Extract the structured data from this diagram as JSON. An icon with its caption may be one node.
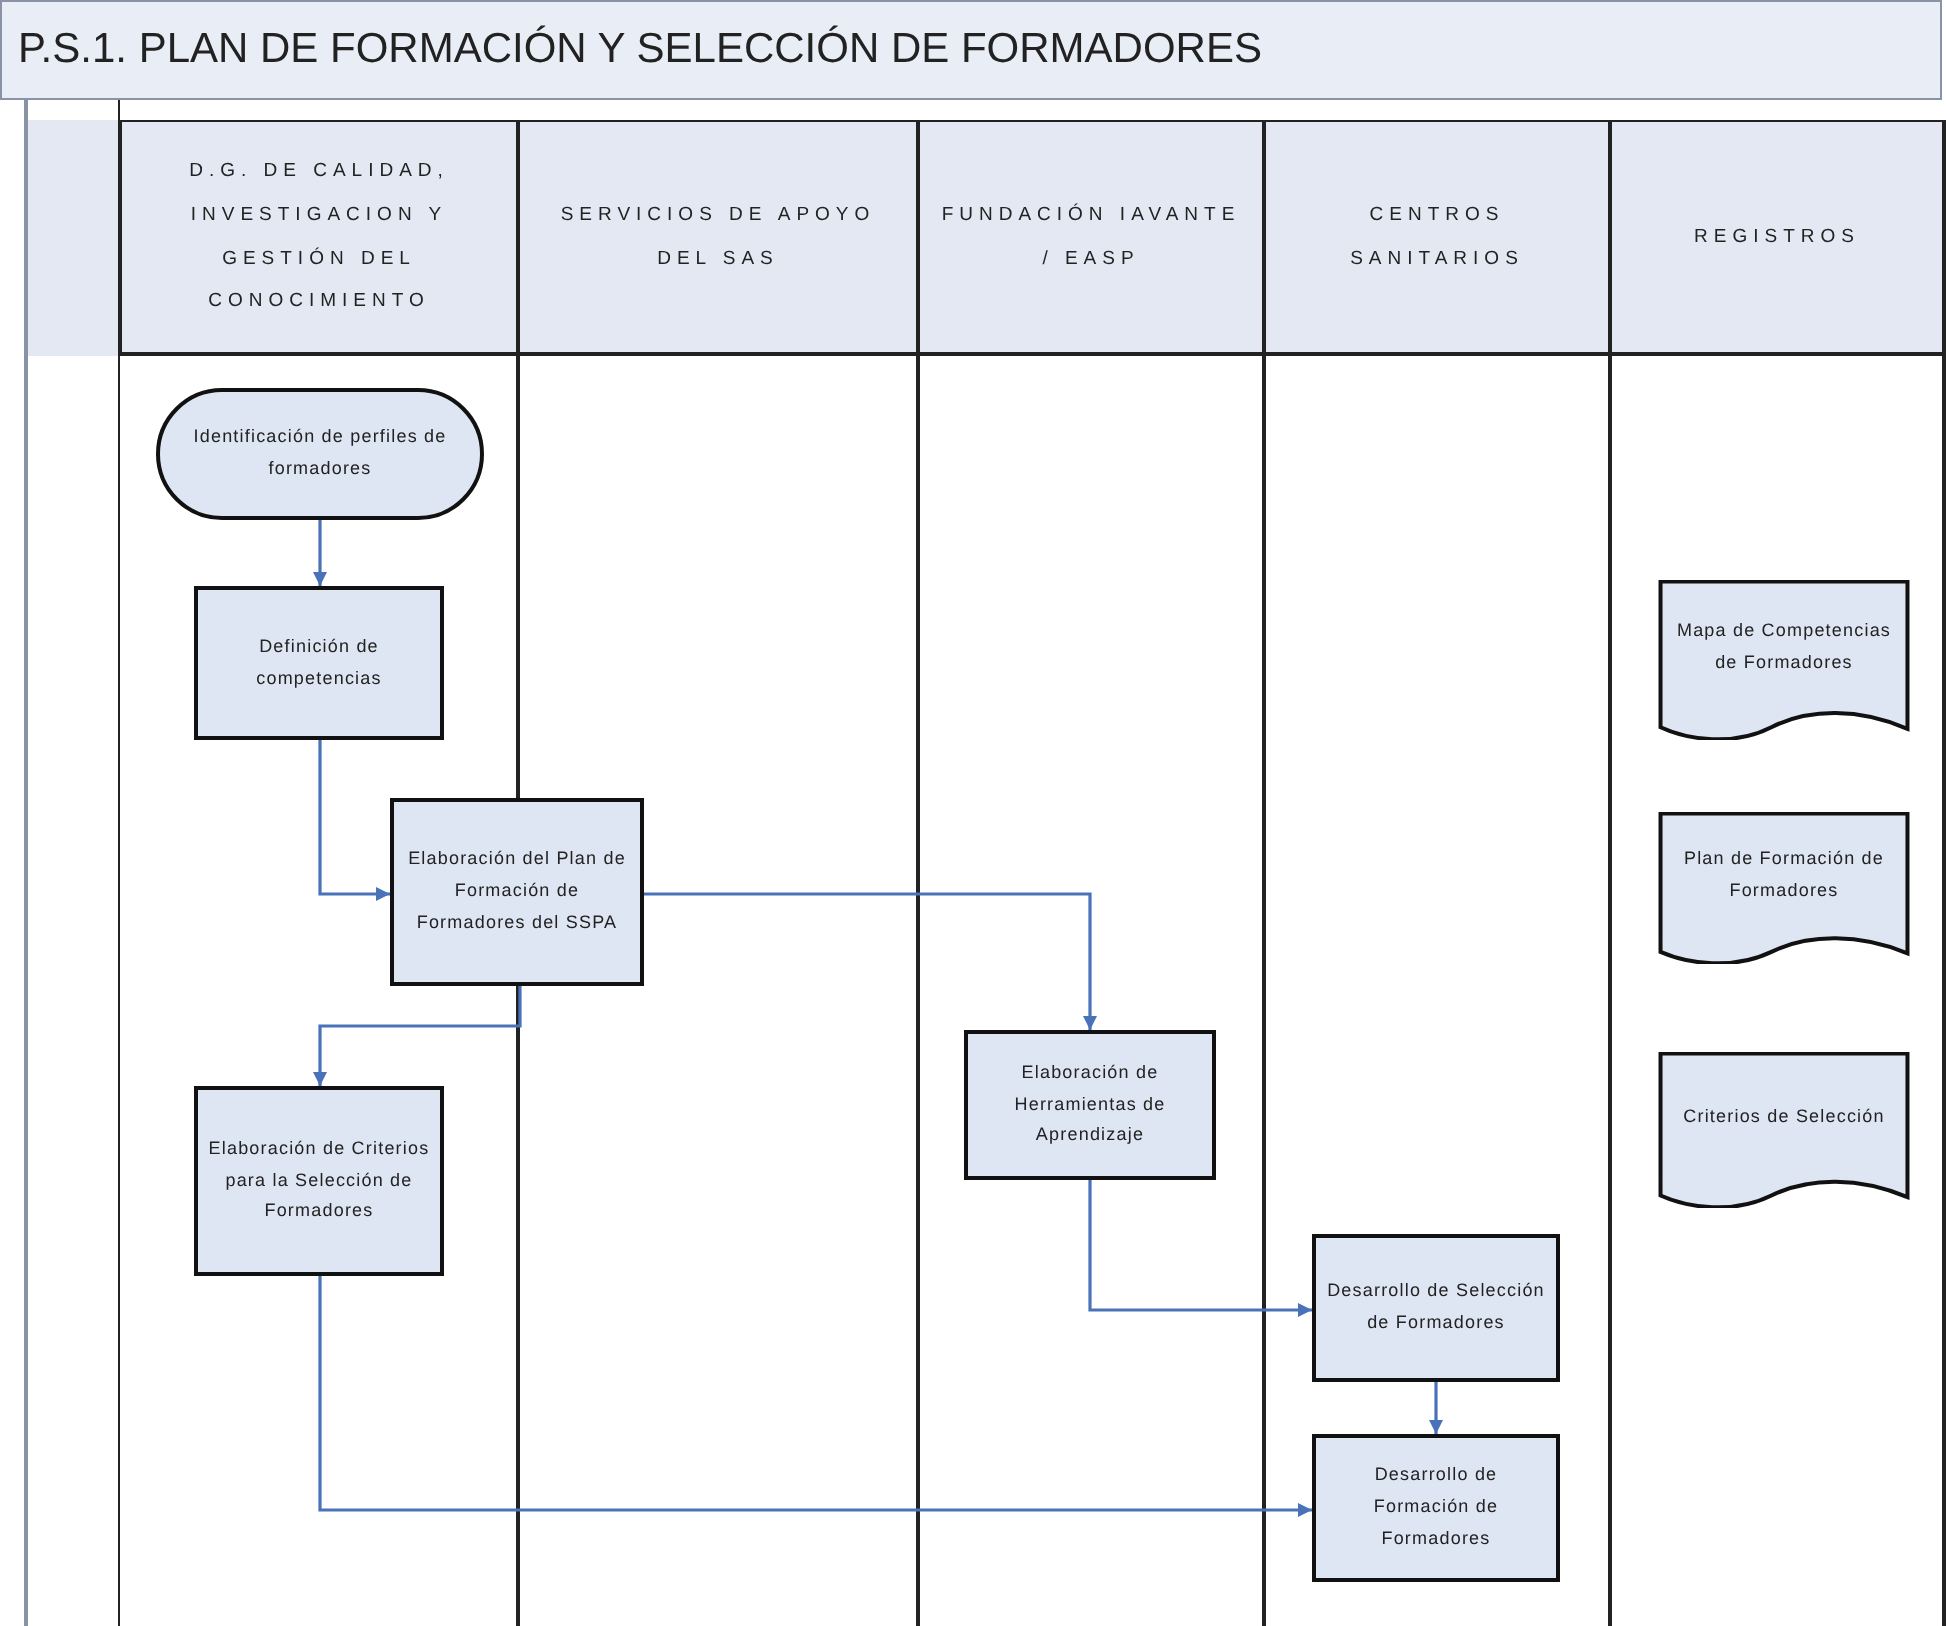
{
  "diagram": {
    "title": "P.S.1. PLAN DE FORMACIÓN Y SELECCIÓN DE FORMADORES",
    "nodes": [
      {
        "text": [
          "Identificación de perfiles de formadores"
        ]
      },
      {
        "text": [
          "Definición de competencias"
        ]
      },
      {
        "text": [
          "Elaboración del Plan de Formación de Formadores del SSPA"
        ]
      },
      {
        "text": [
          "Elaboración de Criterios para la Selección de Formadores"
        ]
      },
      {
        "text": [
          "Elaboración de Herramientas de Aprendizaje"
        ]
      },
      {
        "text": [
          "Desarrollo de Selección de Formadores"
        ]
      },
      {
        "text": [
          "Desarrollo de Formación de Formadores"
        ]
      },
      {
        "text": [
          "Mapa de Competencias de Formadores"
        ]
      },
      {
        "text": [
          "Plan de Formación de Formadores"
        ]
      },
      {
        "text": [
          "Criterios de Selección"
        ]
      }
    ],
    "edges": [
      {
        "from": 0,
        "to": 1,
        "arrow": "to"
      },
      {
        "from": 1,
        "to": 2,
        "arrow": "to"
      },
      {
        "from": 2,
        "to": 4,
        "arrow": "to"
      },
      {
        "from": 2,
        "to": 3,
        "arrow": "to"
      },
      {
        "from": 4,
        "to": 5,
        "arrow": "to"
      },
      {
        "from": 5,
        "to": 6,
        "arrow": "to"
      },
      {
        "from": 3,
        "to": 6,
        "arrow": "to"
      }
    ],
    "labels": [
      "D.G. DE CALIDAD, INVESTIGACION Y GESTIÓN DEL CONOCIMIENTO",
      "SERVICIOS DE APOYO DEL SAS",
      "FUNDACIÓN IAVANTE / EASP",
      "CENTROS SANITARIOS",
      "REGISTROS"
    ]
  }
}
